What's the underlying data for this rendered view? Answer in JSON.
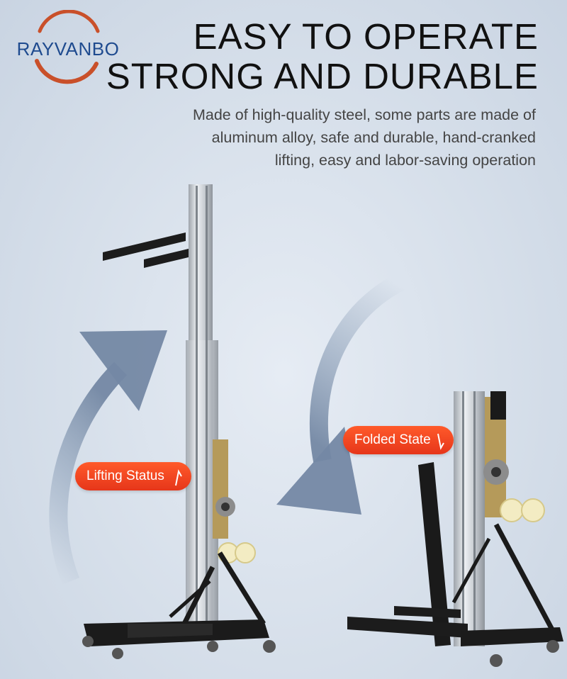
{
  "brand": {
    "name": "RAYVANBO",
    "accent": "#c9502a",
    "text_color": "#1f4b8f"
  },
  "headline": {
    "line1": "EASY TO OPERATE",
    "line2": "STRONG AND DURABLE"
  },
  "description": {
    "line1": "Made of high-quality steel, some parts are made of",
    "line2": "aluminum alloy, safe and durable, hand-cranked",
    "line3": "lifting, easy and labor-saving operation"
  },
  "badges": {
    "lifting": {
      "label": "Lifting Status",
      "icon": "arrow-up-icon"
    },
    "folded": {
      "label": "Folded State",
      "icon": "arrow-down-icon"
    }
  },
  "colors": {
    "badge": "#ef4420",
    "arrow": "#7f93ad",
    "frame": "#1a1a1a",
    "mast": "#c4c9cf"
  }
}
